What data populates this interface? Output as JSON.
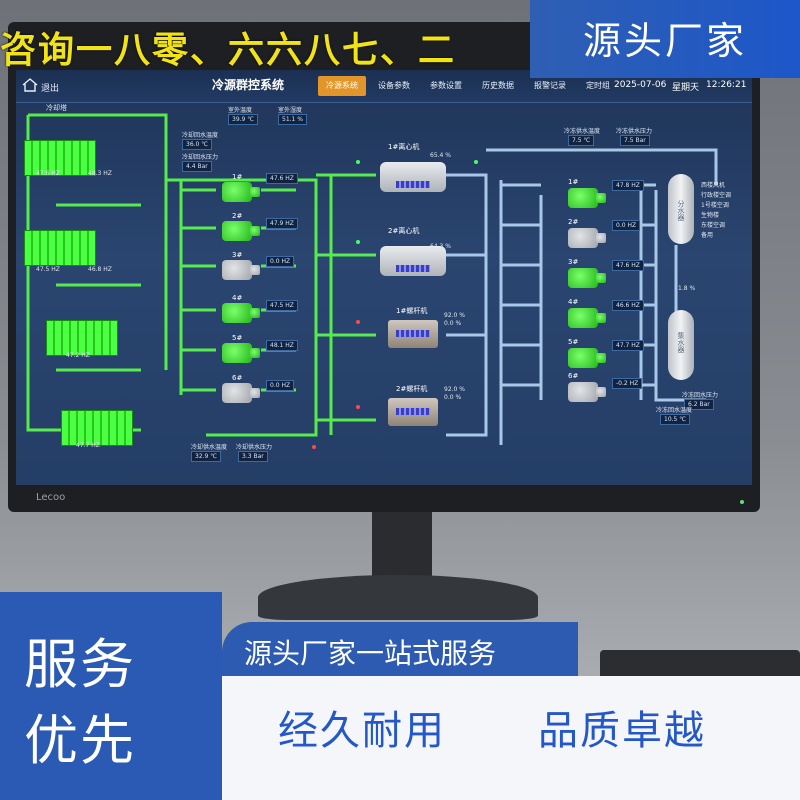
{
  "banner": {
    "top_text": "咨询一八零、六六八七、二",
    "corner_text": "源头厂家"
  },
  "app": {
    "exit_label": "退出",
    "title": "冷源群控系统",
    "tabs": [
      "冷源系统",
      "设备参数",
      "参数设置",
      "历史数据",
      "报警记录",
      "定时组"
    ],
    "active_tab": 0,
    "date": "2025-07-06",
    "weekday": "星期天",
    "time": "12:26:21"
  },
  "plant": {
    "cooling_tower_label": "冷却塔",
    "outdoor_temp_label": "室外温度",
    "outdoor_temp": "39.9 ℃",
    "outdoor_humidity_label": "室外湿度",
    "outdoor_humidity": "51.1 %",
    "cw_return_temp_label": "冷却回水温度",
    "cw_return_temp": "36.0 ℃",
    "cw_return_press_label": "冷却回水压力",
    "cw_return_press": "4.4 Bar",
    "cw_supply_temp_label": "冷却供水温度",
    "cw_supply_temp": "32.9 ℃",
    "cw_supply_press_label": "冷却供水压力",
    "cw_supply_press": "3.3 Bar",
    "chw_supply_temp_label": "冷冻供水温度",
    "chw_supply_temp": "7.5 ℃",
    "chw_supply_press_label": "冷冻供水压力",
    "chw_supply_press": "7.5 Bar",
    "chw_return_press_label": "冷冻回水压力",
    "chw_return_press": "6.2 Bar",
    "chw_return_temp_label": "冷冻回水温度",
    "chw_return_temp": "10.5 ℃",
    "tower_freqs": [
      "47.6 HZ",
      "48.3 HZ",
      "47.5 HZ",
      "46.8 HZ",
      "47.2 HZ",
      "47.7 HZ"
    ],
    "cw_pumps": [
      {
        "name": "1#",
        "freq": "47.6 HZ",
        "on": true
      },
      {
        "name": "2#",
        "freq": "47.9 HZ",
        "on": true
      },
      {
        "name": "3#",
        "freq": "0.0 HZ",
        "on": false
      },
      {
        "name": "4#",
        "freq": "47.5 HZ",
        "on": true
      },
      {
        "name": "5#",
        "freq": "48.1 HZ",
        "on": true
      },
      {
        "name": "6#",
        "freq": "0.0 HZ",
        "on": false
      }
    ],
    "chillers": [
      {
        "name": "1#离心机",
        "load": "65.4 %"
      },
      {
        "name": "2#离心机",
        "load": "64.3 %"
      },
      {
        "name": "1#螺杆机",
        "load": "92.0 %",
        "load2": "0.0 %"
      },
      {
        "name": "2#螺杆机",
        "load": "92.0 %",
        "load2": "0.0 %"
      }
    ],
    "chw_pumps": [
      {
        "name": "1#",
        "freq": "47.8 HZ",
        "on": true
      },
      {
        "name": "2#",
        "freq": "0.0 HZ",
        "on": false
      },
      {
        "name": "3#",
        "freq": "47.6 HZ",
        "on": true
      },
      {
        "name": "4#",
        "freq": "46.6 HZ",
        "on": true
      },
      {
        "name": "5#",
        "freq": "47.7 HZ",
        "on": true
      },
      {
        "name": "6#",
        "freq": "-0.2 HZ",
        "on": false
      }
    ],
    "bypass_value": "1.8 %",
    "tank_supply": "分水器",
    "tank_return": "集水器",
    "branches": [
      "西楼风机",
      "行政楼空调",
      "1号楼空调",
      "生物楼",
      "东楼空调",
      "备用"
    ]
  },
  "monitor": {
    "brand": "Lecoo"
  },
  "service": {
    "left_line1": "服务",
    "left_line2": "优先",
    "strip": "源头厂家一站式服务",
    "slogan_left": "经久耐用",
    "slogan_right": "品质卓越"
  },
  "colors": {
    "accent_tab": "#e2962a",
    "pipe_green": "#5cff4a",
    "pipe_blue": "#bfe0ff",
    "service_blue": "#2a5ab3",
    "banner_yellow": "#f2e316"
  }
}
